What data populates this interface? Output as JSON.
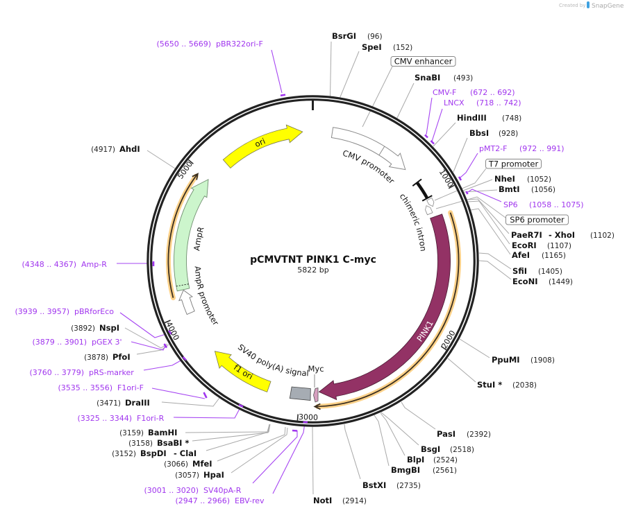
{
  "branding": {
    "created_by": "Created by",
    "product": "SnapGene"
  },
  "map": {
    "name": "pCMVTNT PINK1 C-myc",
    "length": "5822 bp"
  },
  "ticks": [
    "1000",
    "2000",
    "3000",
    "4000",
    "5000"
  ],
  "features": [
    {
      "name": "ori",
      "color": "#ffff00",
      "direction": "forward"
    },
    {
      "name": "CMV enhancer",
      "color": "#ffffff"
    },
    {
      "name": "CMV promoter",
      "color": "#ffffff",
      "direction": "forward"
    },
    {
      "name": "chimeric intron",
      "color": "#111111"
    },
    {
      "name": "T7 promoter",
      "color": "#ffffff",
      "direction": "forward"
    },
    {
      "name": "SP6 promoter",
      "color": "#ffffff",
      "direction": "reverse"
    },
    {
      "name": "PINK1",
      "color": "#933265",
      "direction": "forward"
    },
    {
      "name": "Myc",
      "color": "#d7a0c0"
    },
    {
      "name": "SV40 poly(A) signal",
      "color": "#a6acb3"
    },
    {
      "name": "f1 ori",
      "color": "#ffff00",
      "direction": "forward"
    },
    {
      "name": "AmpR promoter",
      "color": "#ffffff",
      "direction": "forward"
    },
    {
      "name": "AmpR",
      "color": "#ccf5cc",
      "direction": "forward"
    }
  ],
  "enzymes": [
    {
      "name": "BsrGI",
      "pos": "(96)"
    },
    {
      "name": "SpeI",
      "pos": "(152)"
    },
    {
      "name": "SnaBI",
      "pos": "(493)"
    },
    {
      "name": "HindIII",
      "pos": "(748)"
    },
    {
      "name": "BbsI",
      "pos": "(928)"
    },
    {
      "name": "NheI",
      "pos": "(1052)"
    },
    {
      "name": "BmtI",
      "pos": "(1056)"
    },
    {
      "name": "PaeR7I",
      "name2": "- XhoI",
      "pos": "(1102)"
    },
    {
      "name": "EcoRI",
      "pos": "(1107)"
    },
    {
      "name": "AfeI",
      "pos": "(1165)"
    },
    {
      "name": "SfiI",
      "pos": "(1405)"
    },
    {
      "name": "EcoNI",
      "pos": "(1449)"
    },
    {
      "name": "PpuMI",
      "pos": "(1908)"
    },
    {
      "name": "StuI *",
      "pos": "(2038)"
    },
    {
      "name": "PasI",
      "pos": "(2392)"
    },
    {
      "name": "BsgI",
      "pos": "(2518)"
    },
    {
      "name": "BlpI",
      "pos": "(2524)"
    },
    {
      "name": "BmgBI",
      "pos": "(2561)"
    },
    {
      "name": "BstXI",
      "pos": "(2735)"
    },
    {
      "name": "NotI",
      "pos": "(2914)"
    },
    {
      "name": "HpaI",
      "pos": "(3057)"
    },
    {
      "name": "MfeI",
      "pos": "(3066)"
    },
    {
      "name": "BspDI",
      "name2": "- ClaI",
      "pos": "(3152)"
    },
    {
      "name": "BsaBI *",
      "pos": "(3158)"
    },
    {
      "name": "BamHI",
      "pos": "(3159)"
    },
    {
      "name": "DraIII",
      "pos": "(3471)"
    },
    {
      "name": "PfoI",
      "pos": "(3878)"
    },
    {
      "name": "NspI",
      "pos": "(3892)"
    },
    {
      "name": "AhdI",
      "pos": "(4917)"
    }
  ],
  "primers": [
    {
      "name": "pBR322ori-F",
      "range": "(5650 .. 5669)"
    },
    {
      "name": "CMV-F",
      "range": "(672 .. 692)"
    },
    {
      "name": "LNCX",
      "range": "(718 .. 742)"
    },
    {
      "name": "pMT2-F",
      "range": "(972 .. 991)"
    },
    {
      "name": "SP6",
      "range": "(1058 .. 1075)"
    },
    {
      "name": "EBV-rev",
      "range": "(2947 .. 2966)"
    },
    {
      "name": "SV40pA-R",
      "range": "(3001 .. 3020)"
    },
    {
      "name": "F1ori-R",
      "range": "(3325 .. 3344)"
    },
    {
      "name": "F1ori-F",
      "range": "(3535 .. 3556)"
    },
    {
      "name": "pRS-marker",
      "range": "(3760 .. 3779)"
    },
    {
      "name": "pGEX 3'",
      "range": "(3879 .. 3901)"
    },
    {
      "name": "pBRforEco",
      "range": "(3939 .. 3957)"
    },
    {
      "name": "Amp-R",
      "range": "(4348 .. 4367)"
    }
  ],
  "colors": {
    "ring": "#222222",
    "primer": "#a035ee",
    "enzyme_leader": "#a8a8a8",
    "orf_halo": "#fdd28a",
    "orf_line": "#3b3020"
  }
}
